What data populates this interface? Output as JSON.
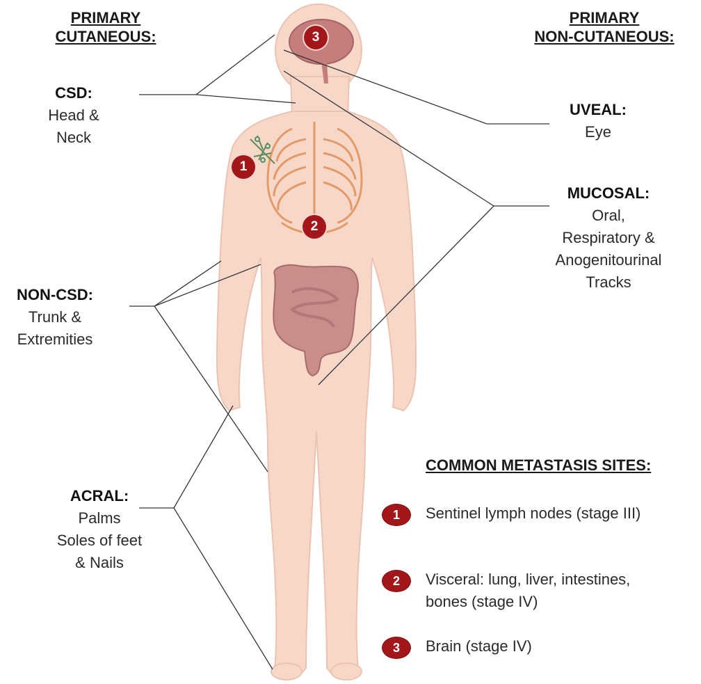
{
  "headers": {
    "cutaneous_line1": "PRIMARY",
    "cutaneous_line2": "CUTANEOUS:",
    "noncutaneous_line1": "PRIMARY",
    "noncutaneous_line2": "NON-CUTANEOUS:"
  },
  "labels": {
    "csd": {
      "title": "CSD:",
      "line1": "Head &",
      "line2": "Neck"
    },
    "noncsd": {
      "title": "NON-CSD:",
      "line1": "Trunk &",
      "line2": "Extremities"
    },
    "acral": {
      "title": "ACRAL:",
      "line1": "Palms",
      "line2": "Soles of feet",
      "line3": "& Nails"
    },
    "uveal": {
      "title": "UVEAL:",
      "line1": "Eye"
    },
    "mucosal": {
      "title": "MUCOSAL:",
      "line1": "Oral,",
      "line2": "Respiratory &",
      "line3": "Anogenitourinal",
      "line4": "Tracks"
    }
  },
  "metastasis": {
    "title": "COMMON METASTASIS SITES:",
    "sites": [
      {
        "num": "1",
        "line1": "Sentinel lymph nodes (stage III)",
        "line2": ""
      },
      {
        "num": "2",
        "line1": "Visceral: lung, liver, intestines,",
        "line2": "bones (stage IV)"
      },
      {
        "num": "3",
        "line1": "Brain (stage IV)",
        "line2": ""
      }
    ]
  },
  "body_markers": {
    "m1": "1",
    "m2": "2",
    "m3": "3"
  },
  "colors": {
    "skin": "#f7d7c8",
    "skin_edge": "#e8b9a6",
    "organ": "#eba273",
    "gut": "#c98d8c",
    "badge": "#a3161a"
  }
}
